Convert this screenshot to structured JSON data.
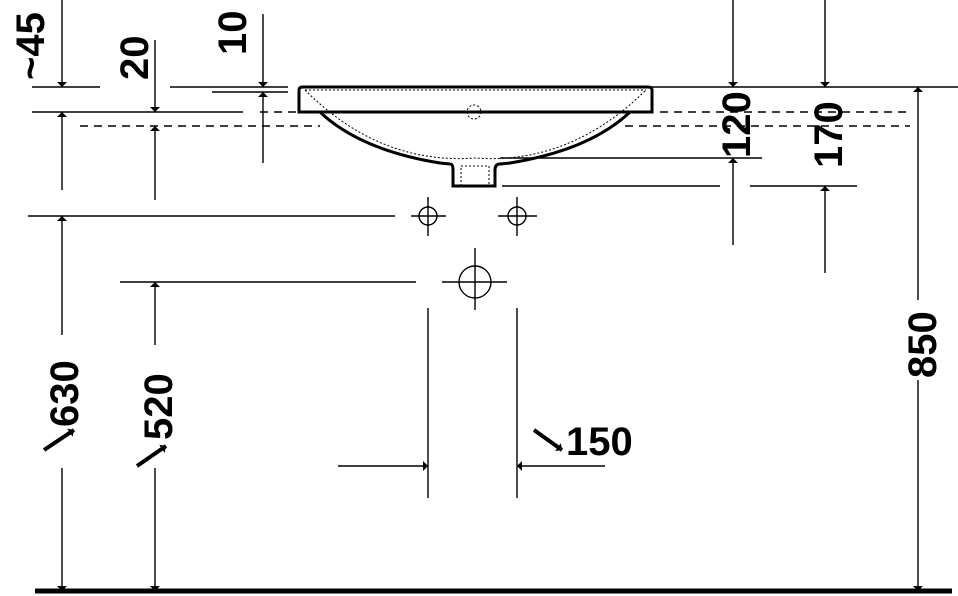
{
  "drawing": {
    "dimensions": {
      "overflow_height": "~45",
      "rim_offset": "20",
      "rim_thickness": "10",
      "bowl_depth": "120",
      "drain_depth": "170",
      "mount_height": "850",
      "supply_height": "630",
      "drain_height": "520",
      "supply_spacing": "150"
    },
    "color": "#000000"
  }
}
